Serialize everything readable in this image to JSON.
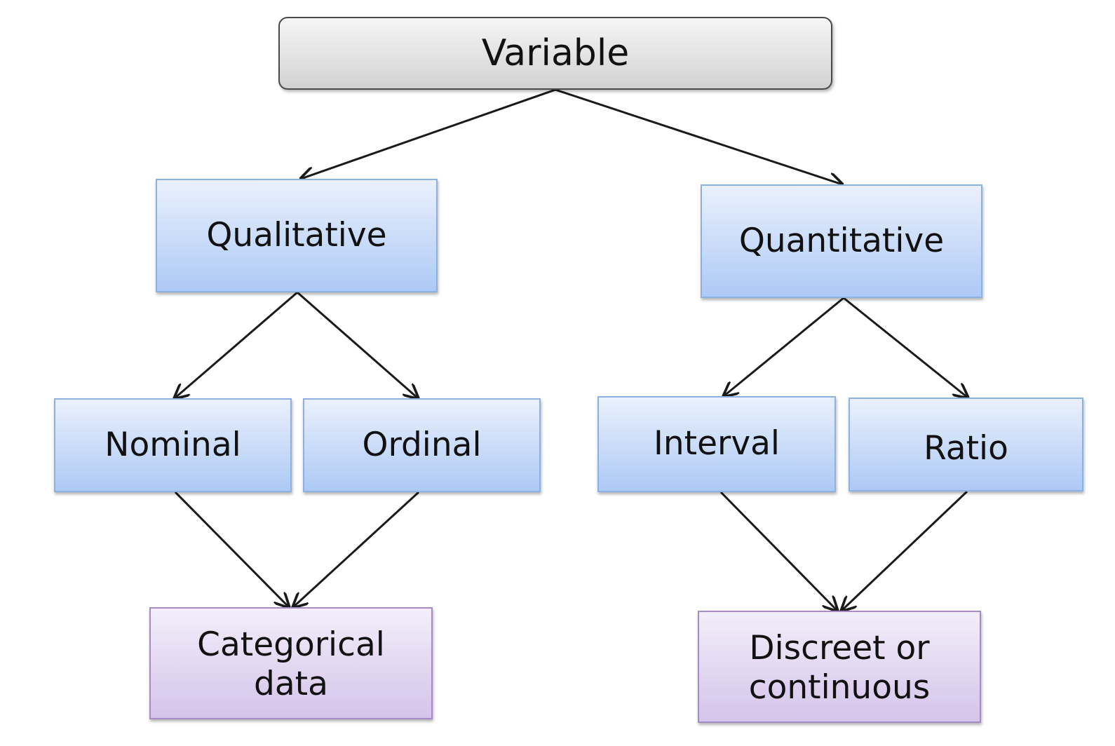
{
  "diagram": {
    "root": {
      "label": "Variable"
    },
    "branches": [
      {
        "label": "Qualitative",
        "children": [
          "Nominal",
          "Ordinal"
        ],
        "result": {
          "line1": "Categorical",
          "line2": "data"
        }
      },
      {
        "label": "Quantitative",
        "children": [
          "Interval",
          "Ratio"
        ],
        "result": {
          "line1": "Discreet or",
          "line2": "continuous"
        }
      }
    ],
    "colors": {
      "root_fill": "#e2e2e2",
      "level_fill": "#c4d8f8",
      "result_fill": "#e2d8f2",
      "arrow": "#1a1a1a"
    }
  }
}
